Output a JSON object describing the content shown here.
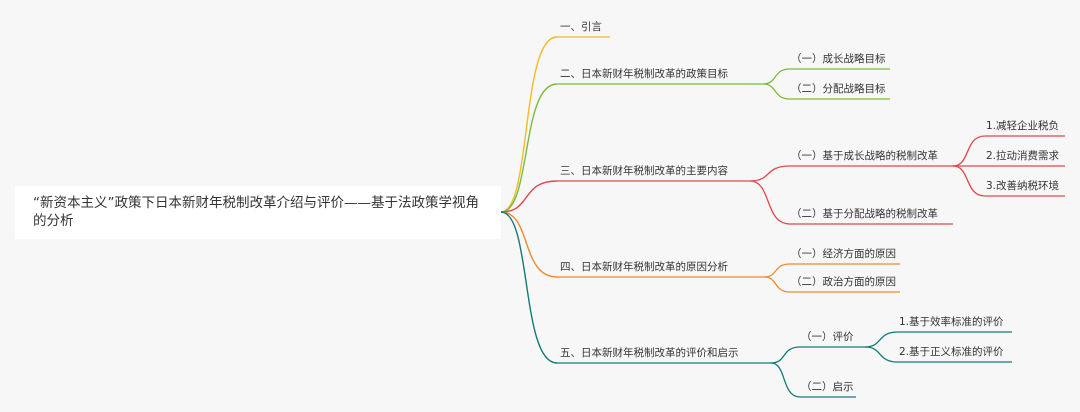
{
  "mindmap": {
    "root": {
      "label": "“新资本主义”政策下日本新财年税制改革介绍与评价——基于法政策学视角的分析"
    },
    "branches": [
      {
        "label": "一、引言",
        "color": "#f0bd27",
        "children": []
      },
      {
        "label": "二、日本新财年税制改革的政策目标",
        "color": "#7cbc3a",
        "children": [
          {
            "label": "（一）成长战略目标",
            "children": []
          },
          {
            "label": "（二）分配战略目标",
            "children": []
          }
        ]
      },
      {
        "label": "三、日本新财年税制改革的主要内容",
        "color": "#e0474c",
        "children": [
          {
            "label": "（一）基于成长战略的税制改革",
            "children": [
              {
                "label": "1.减轻企业税负"
              },
              {
                "label": "2.拉动消费需求"
              },
              {
                "label": "3.改善纳税环境"
              }
            ]
          },
          {
            "label": "（二）基于分配战略的税制改革",
            "children": []
          }
        ]
      },
      {
        "label": "四、日本新财年税制改革的原因分析",
        "color": "#ee8a2e",
        "children": [
          {
            "label": "（一）经济方面的原因",
            "children": []
          },
          {
            "label": "（二）政治方面的原因",
            "children": []
          }
        ]
      },
      {
        "label": "五、日本新财年税制改革的评价和启示",
        "color": "#127b7a",
        "children": [
          {
            "label": "（一）评价",
            "children": [
              {
                "label": "1.基于效率标准的评价"
              },
              {
                "label": "2.基于正义标准的评价"
              }
            ]
          },
          {
            "label": "（二）启示",
            "children": []
          }
        ]
      }
    ]
  }
}
